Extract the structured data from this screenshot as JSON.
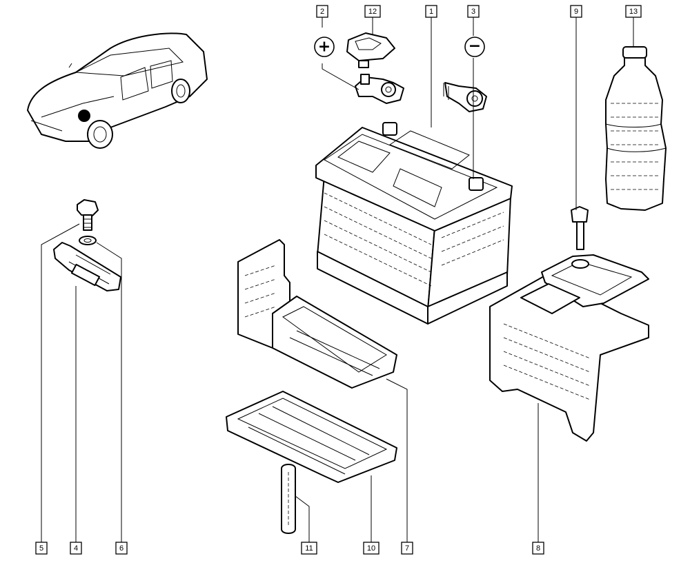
{
  "callouts": [
    {
      "id": "c1",
      "label": "1"
    },
    {
      "id": "c2",
      "label": "2"
    },
    {
      "id": "c3",
      "label": "3"
    },
    {
      "id": "c4",
      "label": "4"
    },
    {
      "id": "c5",
      "label": "5"
    },
    {
      "id": "c6",
      "label": "6"
    },
    {
      "id": "c7",
      "label": "7"
    },
    {
      "id": "c8",
      "label": "8"
    },
    {
      "id": "c9",
      "label": "9"
    },
    {
      "id": "c10",
      "label": "10"
    },
    {
      "id": "c11",
      "label": "11"
    },
    {
      "id": "c12",
      "label": "12"
    },
    {
      "id": "c13",
      "label": "13"
    }
  ],
  "terminal_symbols": {
    "positive": "+",
    "negative": "−"
  },
  "parts": {
    "car": "car-illustration-icon",
    "battery": "battery-icon",
    "positive_terminal": "positive-terminal-icon",
    "negative_terminal": "negative-terminal-icon",
    "terminal_cover": "terminal-cover-icon",
    "bottle": "fluid-bottle-icon",
    "battery_tray": "battery-tray-icon",
    "tray_base": "tray-base-icon",
    "battery_cover": "battery-cover-icon",
    "bolt": "bolt-icon",
    "washer": "washer-icon",
    "clamp": "clamp-icon",
    "cover_screw": "cover-screw-icon",
    "drain_tube": "drain-tube-icon"
  }
}
